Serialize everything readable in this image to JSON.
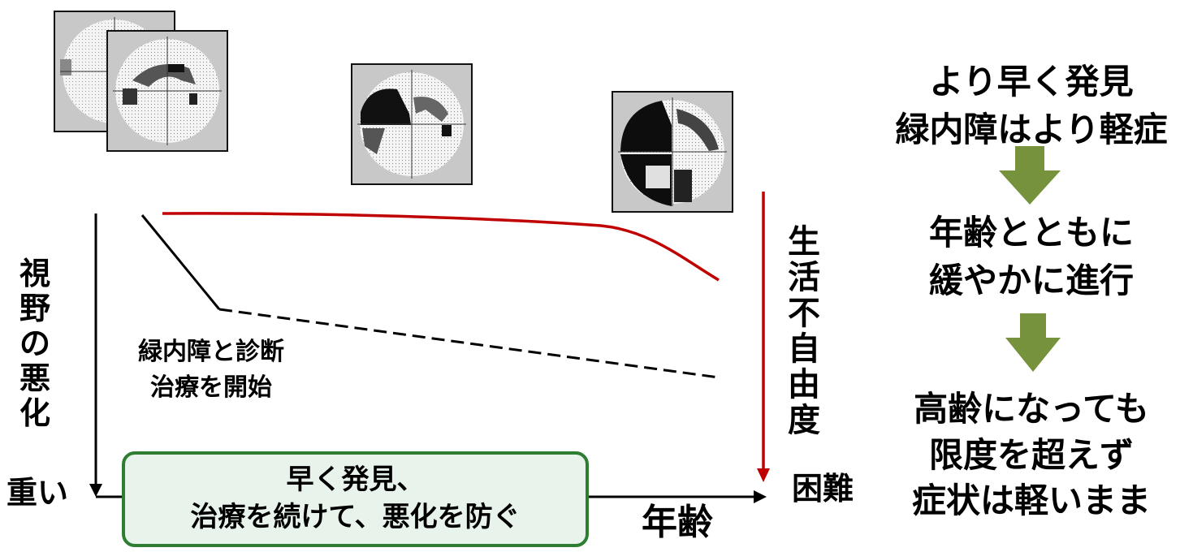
{
  "left_axis": {
    "label_chars": [
      "視",
      "野",
      "の",
      "悪",
      "化"
    ],
    "bottom_label": "重い"
  },
  "diagnosis_note": {
    "line1": "緑内障と診断",
    "line2": "治療を開始"
  },
  "highlight_box": {
    "line1": "早く発見、",
    "line2": "治療を続けて、悪化を防ぐ"
  },
  "x_axis_label": "年齢",
  "right_axis": {
    "label_chars": [
      "生",
      "活",
      "不",
      "自",
      "由",
      "度"
    ],
    "bottom_label": "困難"
  },
  "summary": {
    "block1": [
      "より早く発見",
      "緑内障はより軽症"
    ],
    "block2": [
      "年齢とともに",
      "緩やかに進行"
    ],
    "block3": [
      "高齢になっても",
      "限度を超えず",
      "症状は軽いまま"
    ]
  },
  "colors": {
    "red_curve": "#c00000",
    "box_border": "#2e7d32",
    "box_fill": "#e8f3ec",
    "arrow_green": "#76923c"
  }
}
